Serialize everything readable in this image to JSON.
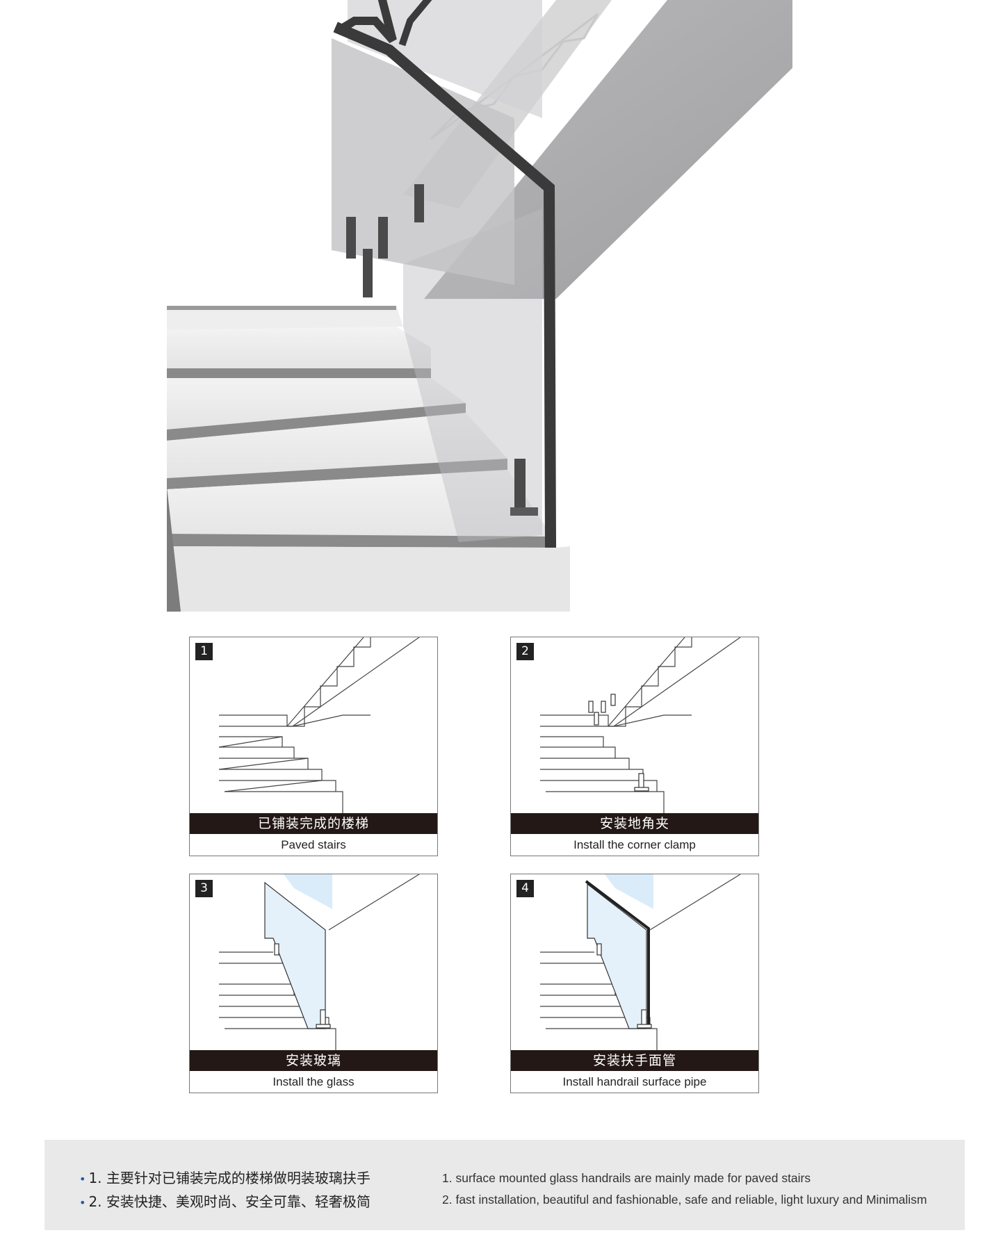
{
  "steps": [
    {
      "num": "1",
      "zh": "已铺装完成的楼梯",
      "en": "Paved stairs"
    },
    {
      "num": "2",
      "zh": "安装地角夹",
      "en": "Install the corner clamp"
    },
    {
      "num": "3",
      "zh": "安装玻璃",
      "en": "Install the glass"
    },
    {
      "num": "4",
      "zh": "安装扶手面管",
      "en": "Install handrail surface pipe"
    }
  ],
  "features": {
    "bullet": "•",
    "zh": [
      "1. 主要针对已铺装完成的楼梯做明装玻璃扶手",
      "2. 安装快捷、美观时尚、安全可靠、轻奢极简"
    ],
    "en": [
      "1. surface mounted glass handrails are mainly made for paved stairs",
      "2. fast installation, beautiful and fashionable, safe and reliable, light luxury and Minimalism"
    ]
  },
  "colors": {
    "caption_bar": "#231815",
    "panel": "#e9e9e9",
    "bullet": "#1c5aa8",
    "handrail": "#3a3a3a"
  }
}
